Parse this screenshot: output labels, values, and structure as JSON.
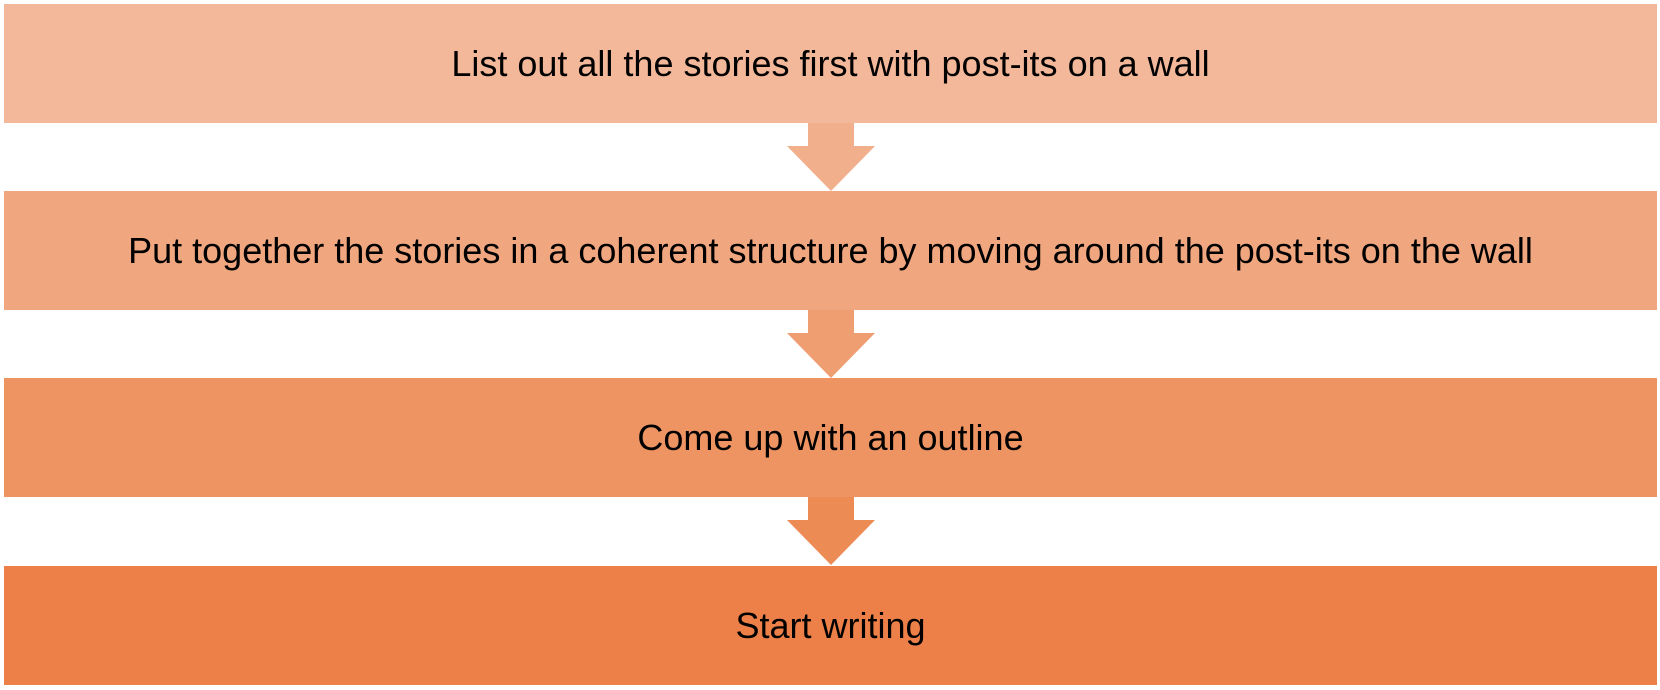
{
  "steps": [
    {
      "label": "List out all the stories first with post-its on a wall",
      "color": "#F3B799"
    },
    {
      "label": "Put together the stories in a coherent structure by moving around the post-its on the wall",
      "color": "#F0A67F"
    },
    {
      "label": "Come up with an outline",
      "color": "#EE9463"
    },
    {
      "label": "Start writing",
      "color": "#EC8048"
    }
  ],
  "arrows": [
    {
      "color": "#F2AF8C"
    },
    {
      "color": "#EF9E72"
    },
    {
      "color": "#ED8B55"
    }
  ]
}
